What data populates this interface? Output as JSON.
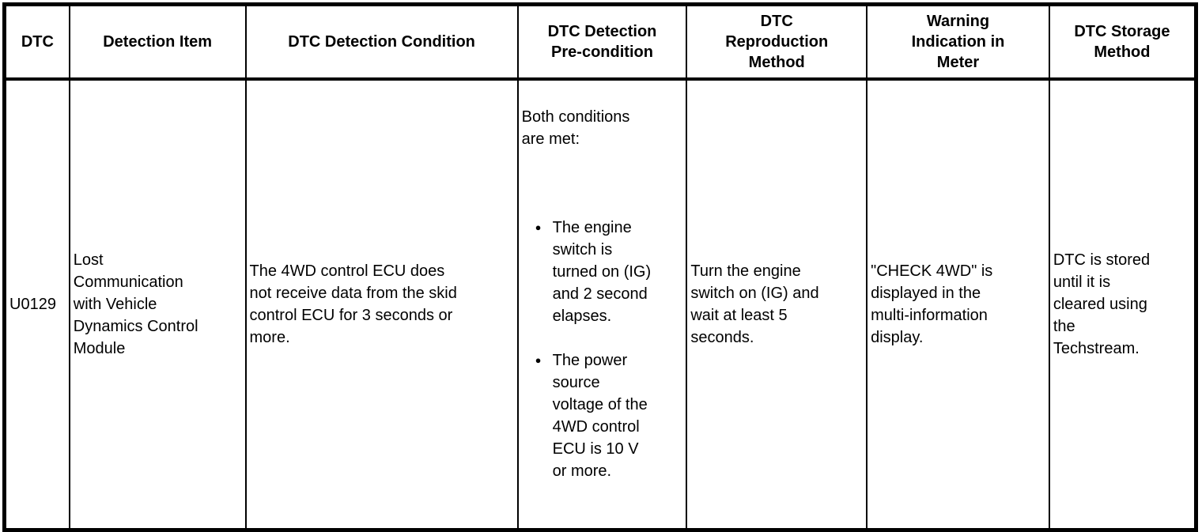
{
  "icons": {
    "bullet": "●"
  },
  "table": {
    "headers": [
      "DTC",
      "Detection Item",
      "DTC Detection Condition",
      "DTC Detection\nPre-condition",
      "DTC\nReproduction\nMethod",
      "Warning\nIndication in\nMeter",
      "DTC Storage\nMethod"
    ],
    "row": {
      "dtc": "U0129",
      "detection_item": "Lost\nCommunication\nwith Vehicle\nDynamics Control\nModule",
      "detection_condition": "The 4WD control ECU does\nnot receive data from the skid\ncontrol ECU for 3 seconds or\nmore.",
      "precondition_intro": "Both conditions\nare met:",
      "precondition_bullets": [
        "The engine\nswitch is\nturned on (IG)\nand 2 second\nelapses.",
        "The power\nsource\nvoltage of the\n4WD control\nECU is 10 V\nor more."
      ],
      "reproduction_method": "Turn the engine\nswitch on (IG) and\nwait at least 5\nseconds.",
      "warning_indication": "\"CHECK 4WD\" is\ndisplayed in the\nmulti-information\ndisplay.",
      "storage_method": "DTC is stored\nuntil it is\ncleared using\nthe\nTechstream."
    }
  }
}
